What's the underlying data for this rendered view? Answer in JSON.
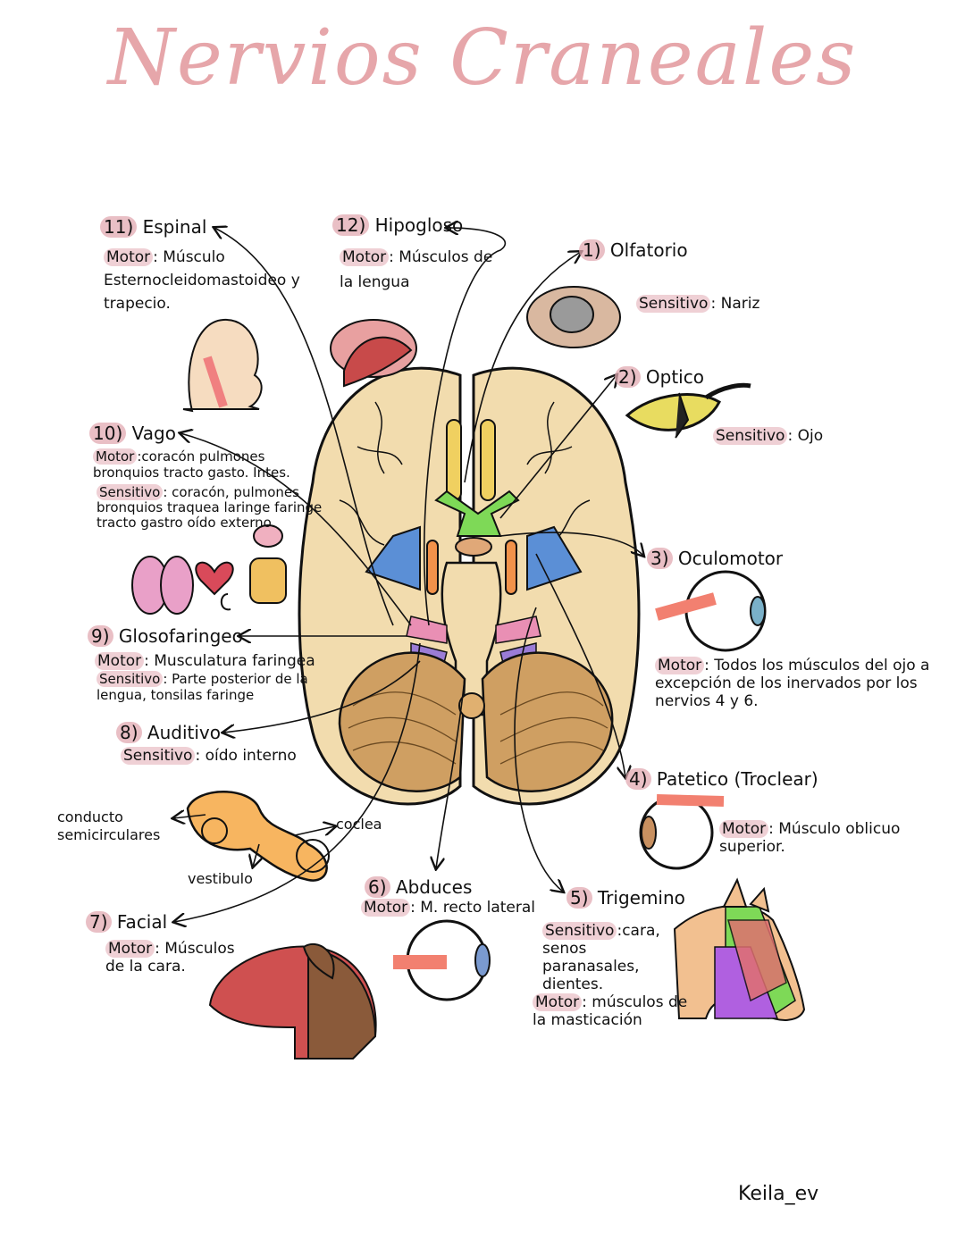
{
  "title": "Nervios Craneales",
  "author": "Keila_ev",
  "nerves": [
    {
      "num": "1)",
      "name": "Olfatorio",
      "lines": [
        {
          "tag": "Sensitivo",
          "text": ": Nariz"
        }
      ]
    },
    {
      "num": "2)",
      "name": "Optico",
      "lines": [
        {
          "tag": "Sensitivo",
          "text": ": Ojo"
        }
      ]
    },
    {
      "num": "3)",
      "name": "Oculomotor",
      "lines": [
        {
          "tag": "Motor",
          "text": ": Todos los músculos del ojo a excepción de los inervados por los nervios 4 y 6."
        }
      ]
    },
    {
      "num": "4)",
      "name": "Patetico (Troclear)",
      "lines": [
        {
          "tag": "Motor",
          "text": ": Músculo oblicuo superior."
        }
      ]
    },
    {
      "num": "5)",
      "name": "Trigemino",
      "lines": [
        {
          "tag": "Sensitivo",
          "text": ":cara, senos paranasales, dientes."
        },
        {
          "tag": "Motor",
          "text": ": músculos de la masticación"
        }
      ]
    },
    {
      "num": "6)",
      "name": "Abduces",
      "lines": [
        {
          "tag": "Motor",
          "text": ": M. recto lateral"
        }
      ]
    },
    {
      "num": "7)",
      "name": "Facial",
      "lines": [
        {
          "tag": "Motor",
          "text": ": Músculos de la cara."
        }
      ]
    },
    {
      "num": "8)",
      "name": "Auditivo",
      "lines": [
        {
          "tag": "Sensitivo",
          "text": ": oído interno"
        }
      ]
    },
    {
      "num": "9)",
      "name": "Glosofaringeo",
      "lines": [
        {
          "tag": "Motor",
          "text": ": Musculatura faringea"
        },
        {
          "tag": "Sensitivo",
          "text": ": Parte posterior de la lengua, tonsilas faringe"
        }
      ]
    },
    {
      "num": "10)",
      "name": "Vago",
      "lines": [
        {
          "tag": "Motor",
          "text": ":coracón pulmones bronquios tracto gasto. Intes."
        },
        {
          "tag": "Sensitivo",
          "text": ": coracón, pulmones bronquios traquea laringe faringe tracto gastro oído externo."
        }
      ]
    },
    {
      "num": "11)",
      "name": "Espinal",
      "lines": [
        {
          "tag": "Motor",
          "text": ": Músculo Esternocleidomastoideo y trapecio."
        }
      ]
    },
    {
      "num": "12)",
      "name": "Hipogloso",
      "lines": [
        {
          "tag": "Motor",
          "text": ": Músculos de la lengua"
        }
      ]
    }
  ],
  "ear_labels": {
    "conducto": "conducto semicirculares",
    "coclea": "coclea",
    "vestibulo": "vestibulo"
  },
  "colors": {
    "title": "#e6a6aa",
    "highlight": "#e2aab2",
    "brain": "#f2dcae",
    "cerebellum": "#cf9f62",
    "optic": "#7ed957",
    "nerve_blue": "#5b8fd6",
    "nerve_orange": "#f2924a",
    "nerve_pink": "#e98fb4",
    "nerve_purple": "#9b7cd6"
  }
}
